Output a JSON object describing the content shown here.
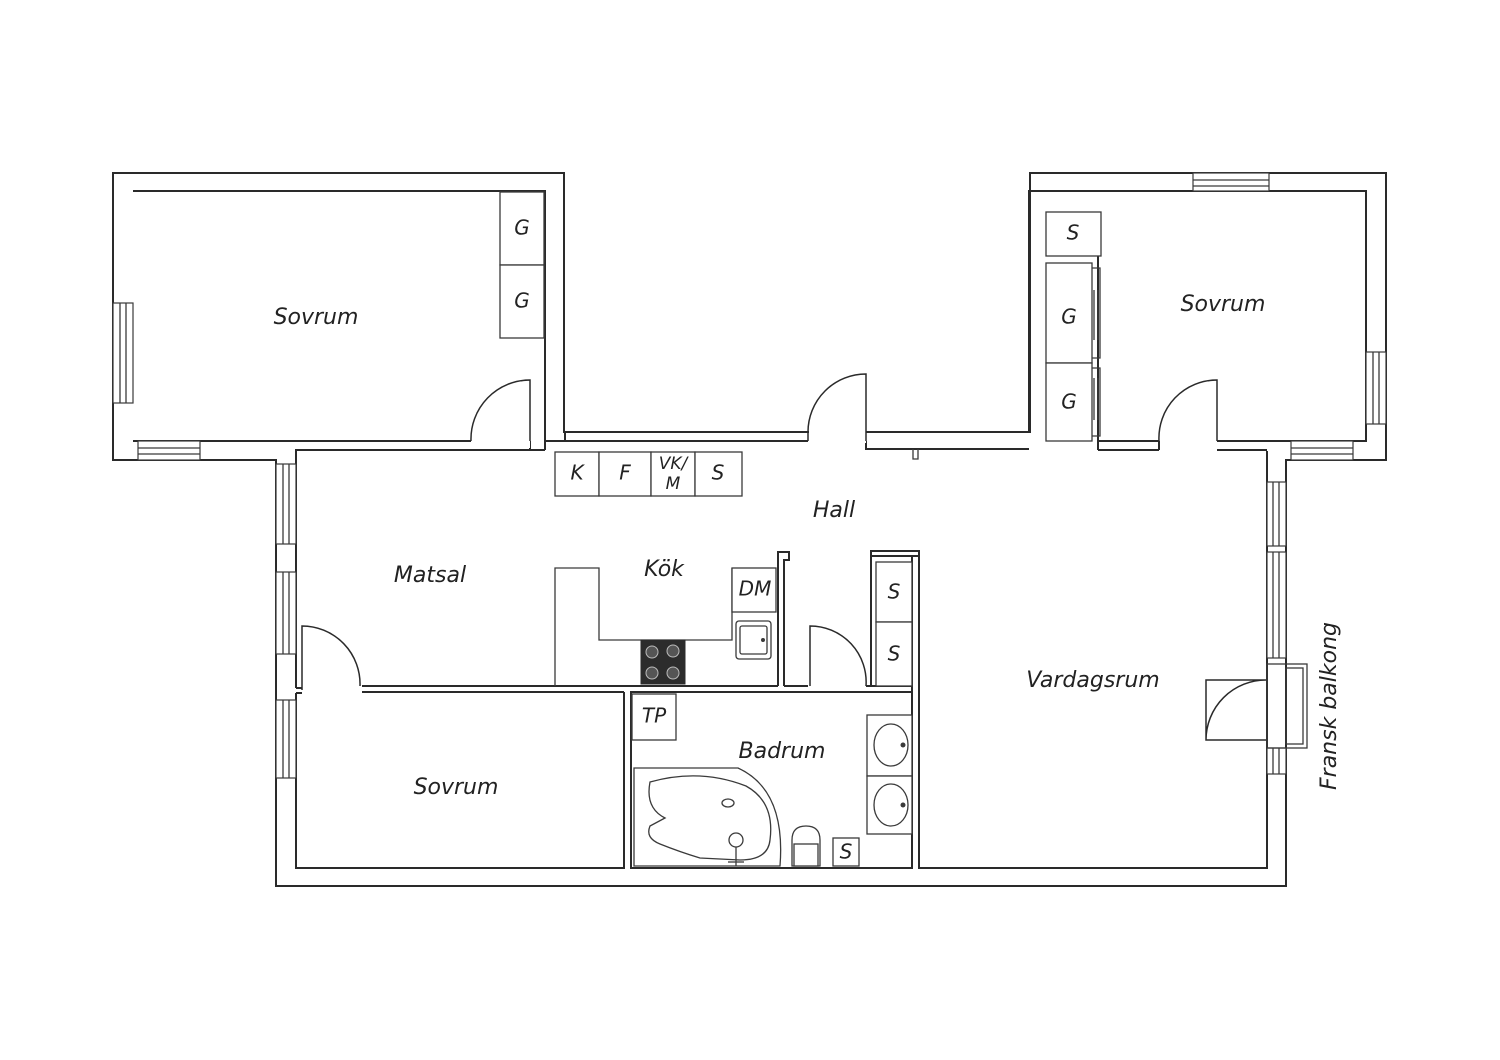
{
  "rooms": {
    "bedroom_nw": "Sovrum",
    "bedroom_ne": "Sovrum",
    "bedroom_sw": "Sovrum",
    "dining": "Matsal",
    "kitchen": "Kök",
    "hall": "Hall",
    "living": "Vardagsrum",
    "bathroom": "Badrum",
    "balcony": "Fransk balkong"
  },
  "fixtures": {
    "wardrobe": "G",
    "closet": "S",
    "fridge": "K",
    "freezer": "F",
    "washer_line1": "VK/",
    "washer_line2": "M",
    "dishwasher": "DM",
    "dryer": "TP"
  }
}
